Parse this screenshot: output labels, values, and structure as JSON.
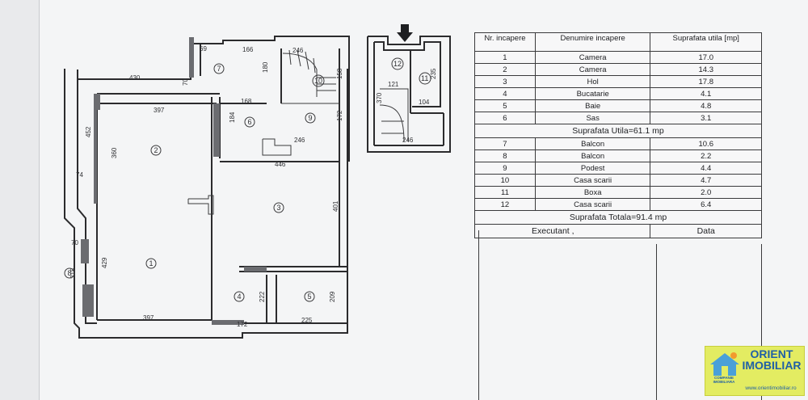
{
  "plan": {
    "dims": {
      "d69": "69",
      "d166": "166",
      "d246_top": "246",
      "d430": "430",
      "d70_top": "70",
      "d180": "180",
      "d158": "158",
      "d168": "168",
      "d397_top": "397",
      "d184": "184",
      "d172_right": "172",
      "d246_mid": "246",
      "d452": "452",
      "d360": "360",
      "d74": "74",
      "d446": "446",
      "d401": "401",
      "d70_left": "70",
      "d429": "429",
      "d318": "318",
      "d222": "222",
      "d209": "209",
      "d397_bottom": "397",
      "d172_bottom": "172",
      "d225": "225",
      "d235": "235",
      "d121": "121",
      "d370": "370",
      "d104": "104",
      "d246_upper": "246"
    },
    "room_numbers": {
      "r1": "1",
      "r2": "2",
      "r3": "3",
      "r4": "4",
      "r5": "5",
      "r6": "6",
      "r7": "7",
      "r8": "8",
      "r9": "9",
      "r10": "10",
      "r11": "11",
      "r12": "12"
    }
  },
  "table": {
    "headers": {
      "nr": "Nr. incapere",
      "name": "Denumire incapere",
      "area": "Suprafata utila [mp]"
    },
    "rows_living": [
      {
        "nr": "1",
        "name": "Camera",
        "area": "17.0"
      },
      {
        "nr": "2",
        "name": "Camera",
        "area": "14.3"
      },
      {
        "nr": "3",
        "name": "Hol",
        "area": "17.8"
      },
      {
        "nr": "4",
        "name": "Bucatarie",
        "area": "4.1"
      },
      {
        "nr": "5",
        "name": "Baie",
        "area": "4.8"
      },
      {
        "nr": "6",
        "name": "Sas",
        "area": "3.1"
      }
    ],
    "subtotal": "Suprafata Utila=61.1 mp",
    "rows_other": [
      {
        "nr": "7",
        "name": "Balcon",
        "area": "10.6"
      },
      {
        "nr": "8",
        "name": "Balcon",
        "area": "2.2"
      },
      {
        "nr": "9",
        "name": "Podest",
        "area": "4.4"
      },
      {
        "nr": "10",
        "name": "Casa scarii",
        "area": "4.7"
      },
      {
        "nr": "11",
        "name": "Boxa",
        "area": "2.0"
      },
      {
        "nr": "12",
        "name": "Casa scarii",
        "area": "6.4"
      }
    ],
    "total": "Suprafata Totala=91.4 mp",
    "executant": "Executant ,",
    "data_label": "Data"
  },
  "logo": {
    "title_line1": "ORIENT",
    "title_line2": "IMOBILIAR",
    "tagline": "COMPANIE IMOBILIARA",
    "url": "www.orientimobiliar.ro",
    "brand_color": "#1f5fa6",
    "bg_color": "#e3ec62"
  }
}
